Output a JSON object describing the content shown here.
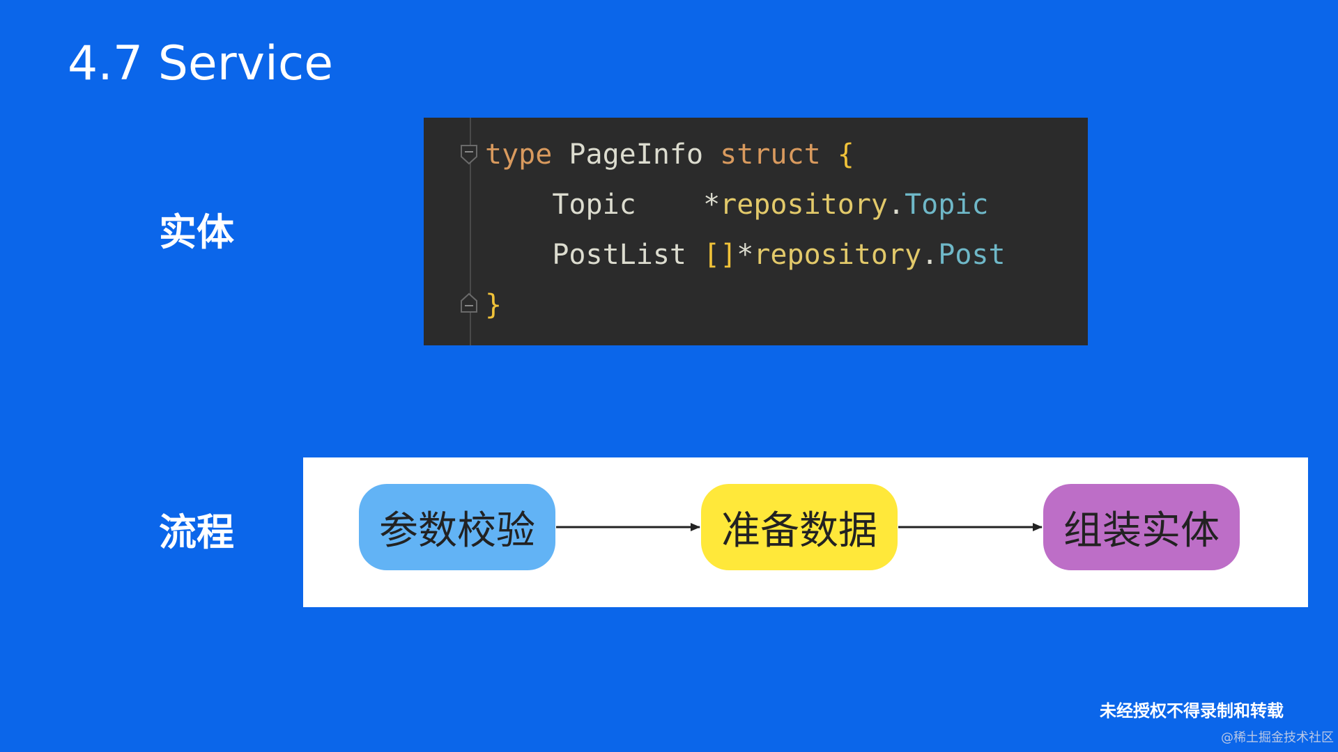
{
  "slide": {
    "title": "4.7 Service",
    "entity_label": "实体",
    "process_label": "流程"
  },
  "code": {
    "line1": {
      "kw_type": "type",
      "name": "PageInfo",
      "kw_struct": "struct",
      "open_brace": "{"
    },
    "line2": {
      "field": "Topic",
      "star": "*",
      "pkg": "repository",
      "dot": ".",
      "type": "Topic"
    },
    "line3": {
      "field": "PostList",
      "brackets": "[]",
      "star": "*",
      "pkg": "repository",
      "dot": ".",
      "type": "Post"
    },
    "line4": {
      "close_brace": "}"
    }
  },
  "flow": {
    "steps": [
      {
        "label": "参数校验",
        "color": "#62b3f5"
      },
      {
        "label": "准备数据",
        "color": "#ffe83a"
      },
      {
        "label": "组装实体",
        "color": "#bd6ec7"
      }
    ]
  },
  "footer": {
    "copyright": "未经授权不得录制和转载",
    "community": "@稀土掘金技术社区"
  }
}
